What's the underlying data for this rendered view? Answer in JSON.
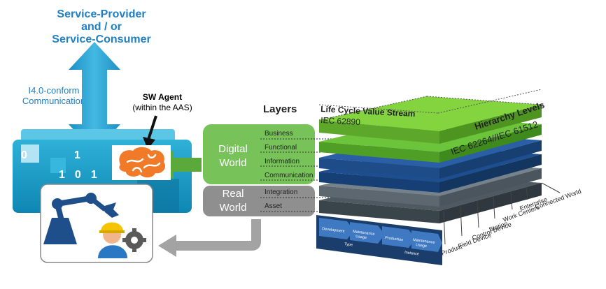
{
  "provider": {
    "line1": "Service-Provider",
    "line2": "and / or",
    "line3": "Service-Consumer"
  },
  "comm": {
    "line1": "I4.0-conform",
    "line2": "Communication"
  },
  "agent": {
    "title": "SW Agent",
    "subtitle": "(within the AAS)"
  },
  "bits": {
    "zero": "0",
    "one_top": "1",
    "row": [
      "1",
      "0",
      "1"
    ]
  },
  "layers": {
    "title": "Layers",
    "digital_label": [
      "Digital",
      "World"
    ],
    "real_label": [
      "Real",
      "World"
    ],
    "names": [
      "Business",
      "Functional",
      "Information",
      "Communication",
      "Integration",
      "Asset"
    ]
  },
  "rami": {
    "lifecycle_title": "Life Cycle Value Stream",
    "lifecycle_std": "IEC 62890",
    "hierarchy_title": "Hierarchy Levels",
    "hierarchy_std": "IEC 62264//IEC 61512",
    "hierarchy_levels": [
      "Connected World",
      "Enterprise",
      "Work Centers",
      "Station",
      "Control Device",
      "Field Device",
      "Product"
    ],
    "stream": {
      "type_steps": [
        [
          "Development"
        ],
        [
          "Maintenance",
          "Usage"
        ]
      ],
      "type_label": "Type",
      "instance_steps": [
        [
          "Production"
        ],
        [
          "Maintenance",
          "Usage"
        ]
      ],
      "instance_label": "Instance"
    }
  },
  "colors": {
    "accent_blue": "#1f7fc4",
    "aas_teal": "#1a9fc6",
    "digital_green": "#62b04a",
    "real_gray": "#8c8c8c",
    "brain_orange": "#f07a28",
    "layer_green": "#7ed321",
    "layer_blue": "#1c4c8c",
    "layer_gray": "#5f6b74"
  },
  "icons": [
    "double-arrow-icon",
    "brain-icon",
    "robot-arm-icon",
    "worker-icon",
    "gear-icon",
    "arrow-left-icon"
  ]
}
